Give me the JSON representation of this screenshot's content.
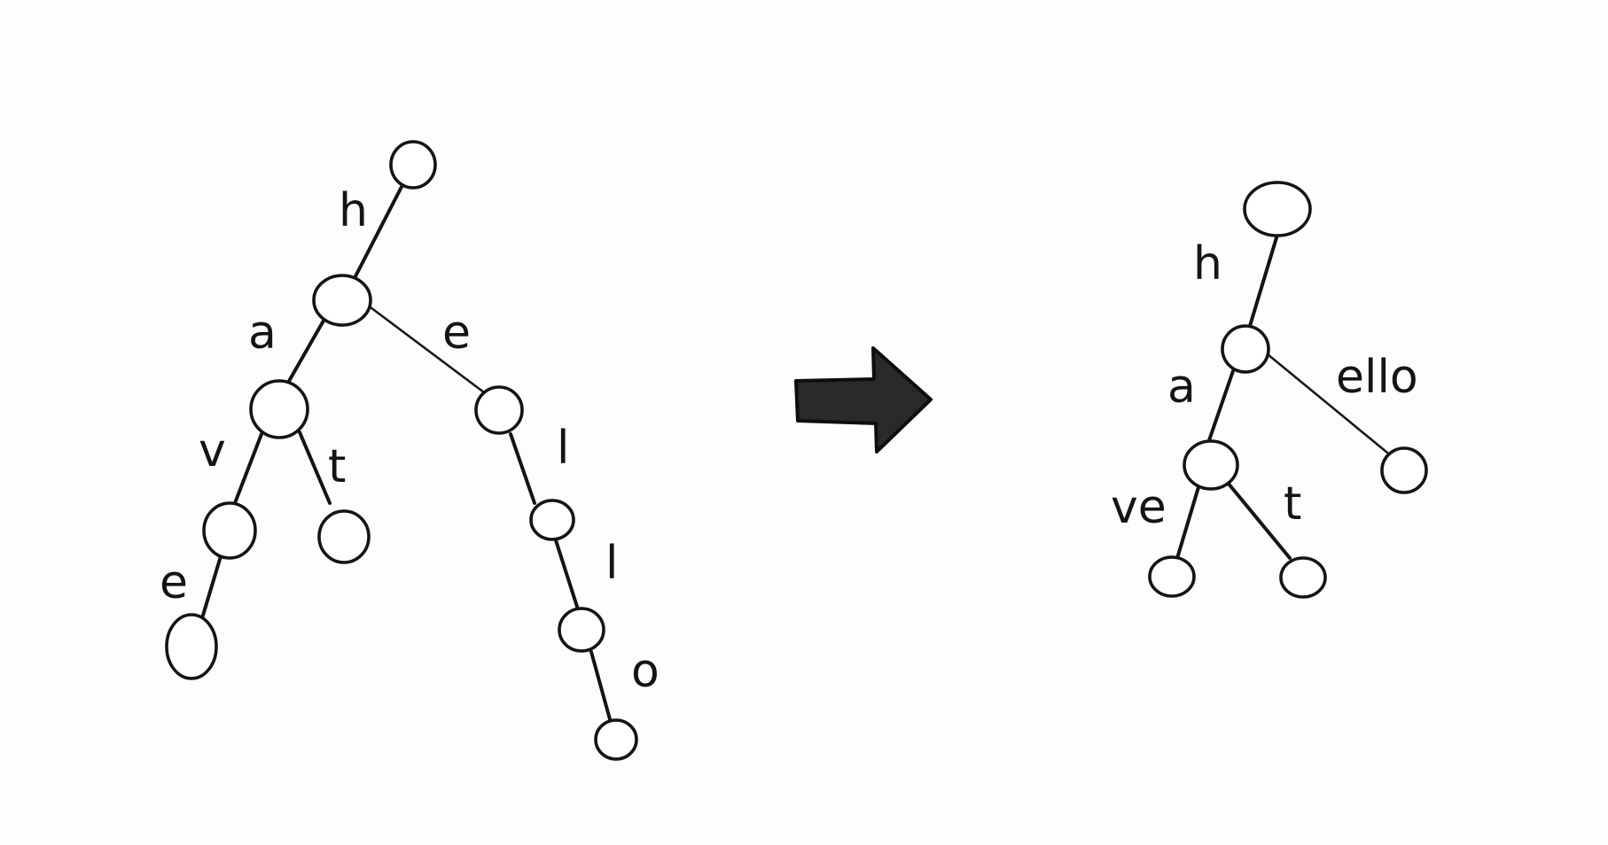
{
  "diagram": {
    "colors": {
      "ink": "#141414",
      "paper": "#fdfdfc"
    },
    "left_trie": {
      "edge_labels": [
        "h",
        "a",
        "e",
        "v",
        "t",
        "e",
        "l",
        "l",
        "o"
      ]
    },
    "arrow": {
      "icon": "thick-right-arrow-icon"
    },
    "right_trie": {
      "edge_labels": [
        "h",
        "a",
        "ello",
        "ve",
        "t"
      ]
    }
  }
}
